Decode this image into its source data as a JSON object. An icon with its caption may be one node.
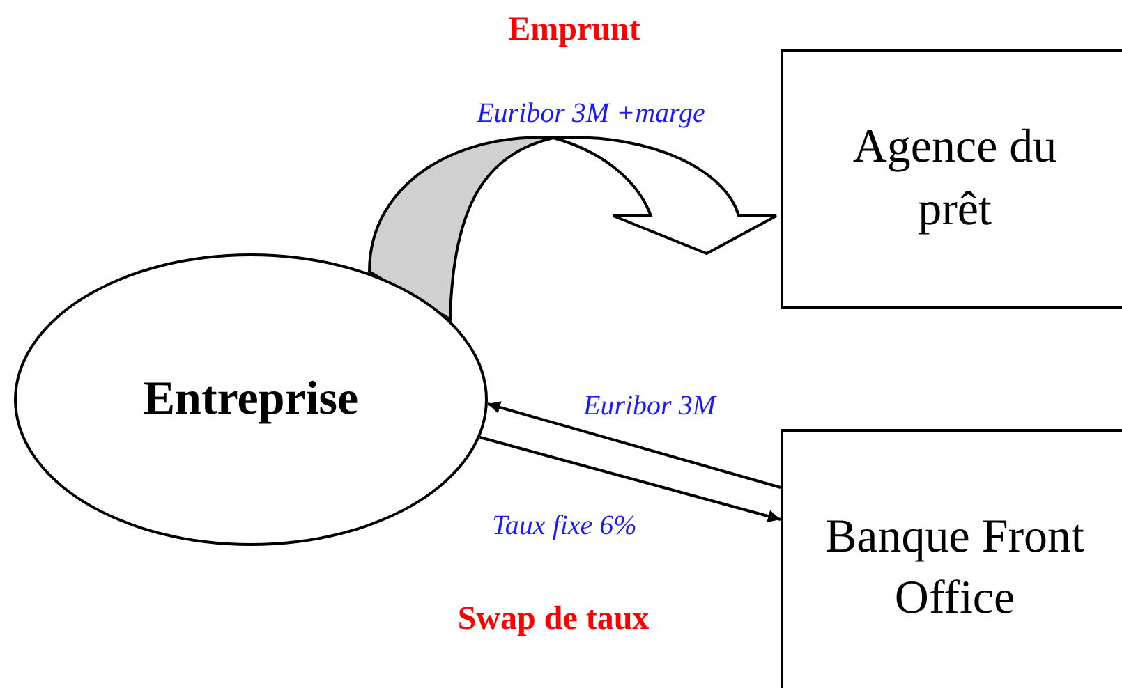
{
  "diagram": {
    "nodes": [
      {
        "text": [
          "Entreprise"
        ]
      },
      {
        "text": [
          "Agence du prêt"
        ]
      },
      {
        "text": [
          "Banque Front Office"
        ]
      }
    ],
    "edges": [
      {
        "from": 0,
        "to": 1,
        "arrow": "to",
        "label": "Euribor 3M +marge",
        "style": "thick"
      },
      {
        "from": 2,
        "to": 0,
        "arrow": "to",
        "label": "Euribor 3M"
      },
      {
        "from": 0,
        "to": 2,
        "arrow": "to",
        "label": "Taux fixe 6%"
      }
    ],
    "labels": [
      "Emprunt",
      "Swap de taux"
    ]
  }
}
